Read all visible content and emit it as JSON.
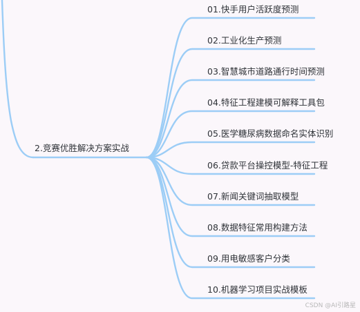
{
  "mindmap": {
    "center_label": "2.竞赛优胜解决方案实战",
    "line_color": "#9ccdf6",
    "branches": [
      {
        "label": "01.快手用户活跃度预测"
      },
      {
        "label": "02.工业化生产预测"
      },
      {
        "label": "03.智慧城市道路通行时间预测"
      },
      {
        "label": "04.特征工程建模可解释工具包"
      },
      {
        "label": "05.医学糖尿病数据命名实体识别"
      },
      {
        "label": "06.贷款平台操控模型-特征工程"
      },
      {
        "label": "07.新闻关键词抽取模型"
      },
      {
        "label": "08.数据特征常用构建方法"
      },
      {
        "label": "09.用电敏感客户分类"
      },
      {
        "label": "10.机器学习项目实战模板"
      }
    ]
  },
  "watermark": "CSDN @AI引路星"
}
